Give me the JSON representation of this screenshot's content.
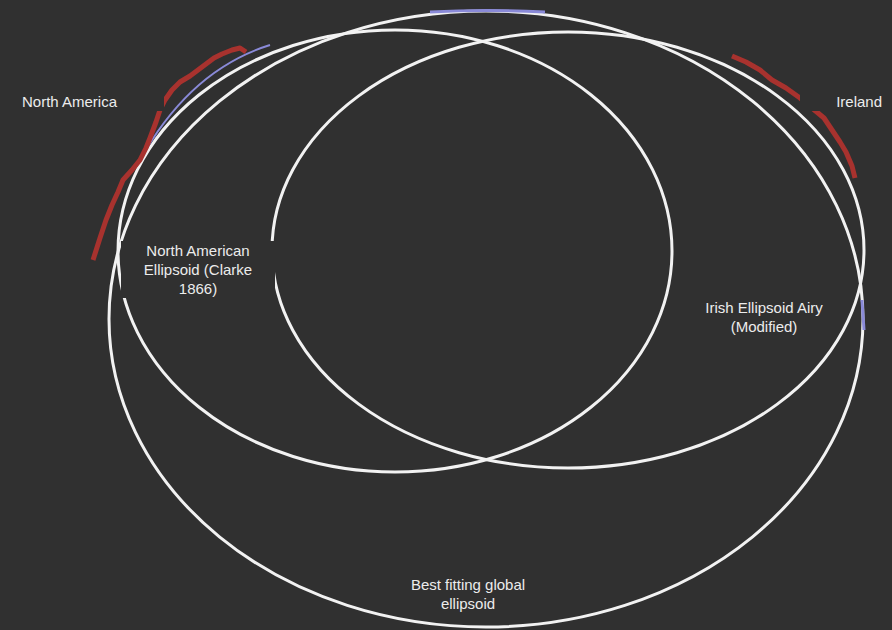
{
  "diagram": {
    "labels": [
      "North America",
      "Ireland",
      "North American Ellipsoid (Clarke 1866)",
      "Irish Ellipsoid Airy (Modified)",
      "Best fitting global ellipsoid"
    ]
  }
}
